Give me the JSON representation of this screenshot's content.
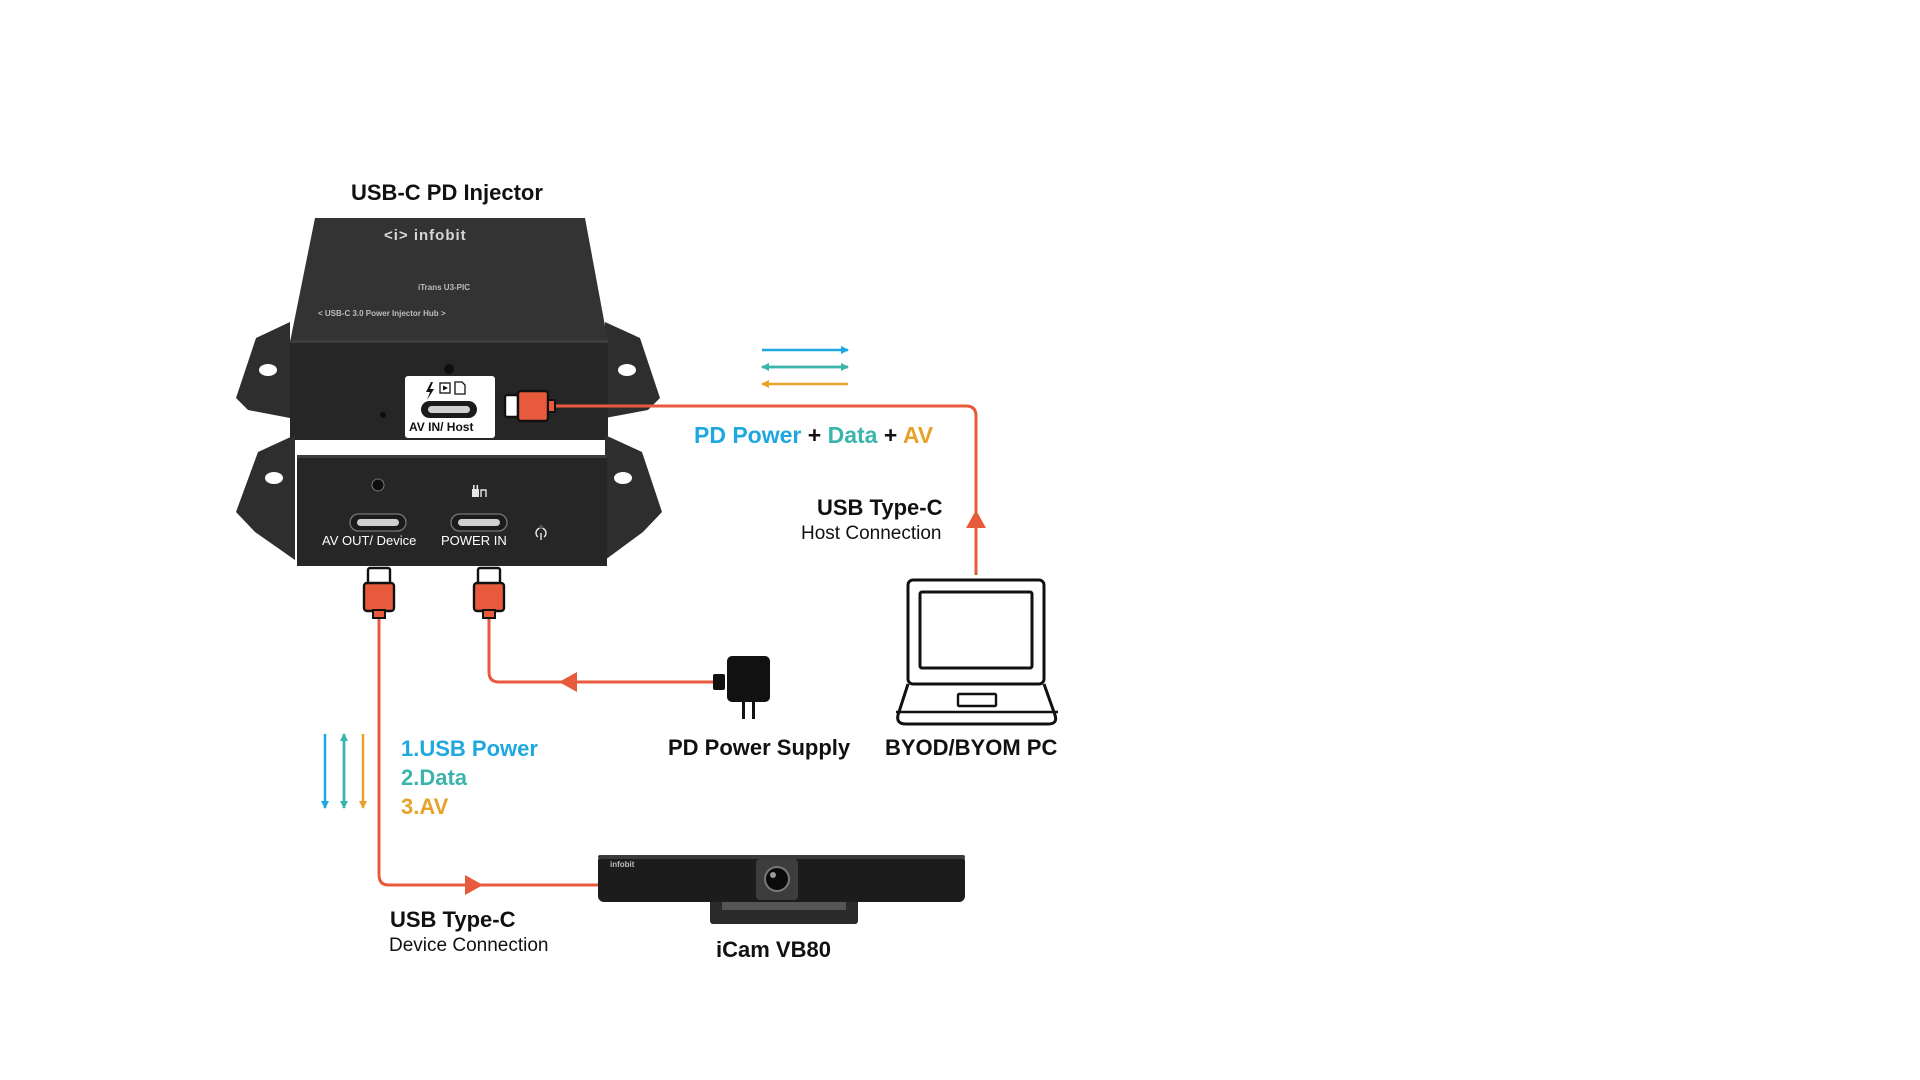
{
  "colors": {
    "cable": "#e85a3c",
    "usb_power": "#1fa8e0",
    "data": "#3bb4ad",
    "av": "#e8a22a",
    "device_body": "#2b2b2b",
    "text": "#111111"
  },
  "injector": {
    "title": "USB-C PD Injector",
    "brand": "<i> infobit",
    "model": "iTrans U3-PIC",
    "subtitle": "< USB-C 3.0 Power Injector Hub >",
    "port_av_in": "AV IN/ Host",
    "port_av_out": "AV OUT/ Device",
    "port_power_in": "POWER IN"
  },
  "host_connection": {
    "title": "USB Type-C",
    "subtitle": "Host Connection"
  },
  "pd_signal": {
    "power": "PD Power",
    "plus1": " + ",
    "data": "Data",
    "plus2": " + ",
    "av": "AV"
  },
  "power_supply": {
    "label": "PD Power Supply"
  },
  "pc": {
    "label": "BYOD/BYOM PC"
  },
  "device_signals": {
    "item1": "1.USB Power",
    "item2": "2.Data",
    "item3": "3.AV"
  },
  "device_connection": {
    "title": "USB Type-C",
    "subtitle": "Device Connection"
  },
  "camera": {
    "label": "iCam VB80",
    "brand": "infobit"
  },
  "icons": [
    "power-bolt-icon",
    "play-icon",
    "document-icon",
    "plug-icon",
    "power-icon",
    "laptop-icon",
    "power-adapter-icon",
    "camera-icon"
  ]
}
